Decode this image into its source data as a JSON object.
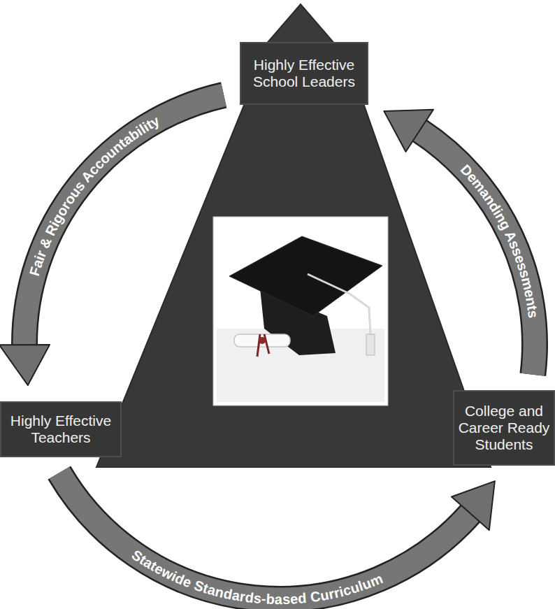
{
  "diagram": {
    "nodes": [
      {
        "text": [
          "Highly Effective School Leaders"
        ]
      },
      {
        "text": [
          "Highly Effective Teachers"
        ]
      },
      {
        "text": [
          "College and Career Ready Students"
        ]
      }
    ],
    "edges": [
      {
        "from": 0,
        "to": 1,
        "arrow": "to",
        "label": "Fair & Rigorous Accountability"
      },
      {
        "from": 1,
        "to": 2,
        "arrow": "to",
        "label": "Statewide Standards-based Curriculum"
      },
      {
        "from": 2,
        "to": 0,
        "arrow": "to",
        "label": "Demanding Assessments"
      }
    ]
  }
}
